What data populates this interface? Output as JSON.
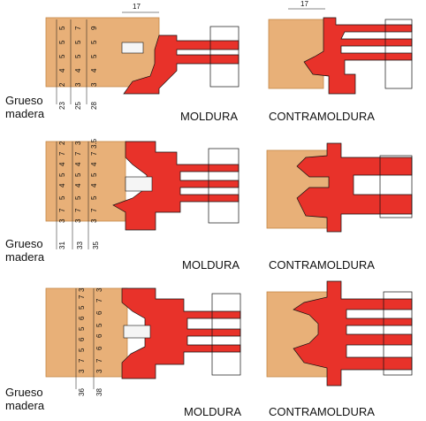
{
  "labels": {
    "wood_thickness": [
      "Grueso",
      "madera"
    ],
    "moldura": "MOLDURA",
    "contramoldura": "CONTRAMOLDURA"
  },
  "dimension_top": "17",
  "rows": [
    {
      "thickness_values": [
        "23",
        "25",
        "28"
      ],
      "col1": [
        "2",
        "4",
        "5",
        "5",
        "5"
      ],
      "col2": [
        "3",
        "4",
        "5",
        "5",
        "7"
      ],
      "col3": [
        "3",
        "4",
        "5",
        "5",
        "9"
      ]
    },
    {
      "thickness_values": [
        "31",
        "33",
        "35"
      ],
      "col1": [
        "3",
        "7",
        "5",
        "4",
        "5",
        "4",
        "7",
        "2"
      ],
      "col2": [
        "3",
        "7",
        "5",
        "4",
        "5",
        "4",
        "7",
        "3"
      ],
      "col3": [
        "3",
        "7",
        "5",
        "4",
        "5",
        "4",
        "7",
        "3.5"
      ]
    },
    {
      "thickness_values": [
        "36",
        "38"
      ],
      "col1": [
        "3",
        "7",
        "5",
        "6",
        "5",
        "6",
        "5",
        "7",
        "3"
      ],
      "col2": [
        "3",
        "7",
        "6",
        "6",
        "5",
        "6",
        "7",
        "3"
      ]
    }
  ],
  "colors": {
    "wood": "#e8b078",
    "cutter": "#e8322a",
    "outline": "#111111"
  }
}
